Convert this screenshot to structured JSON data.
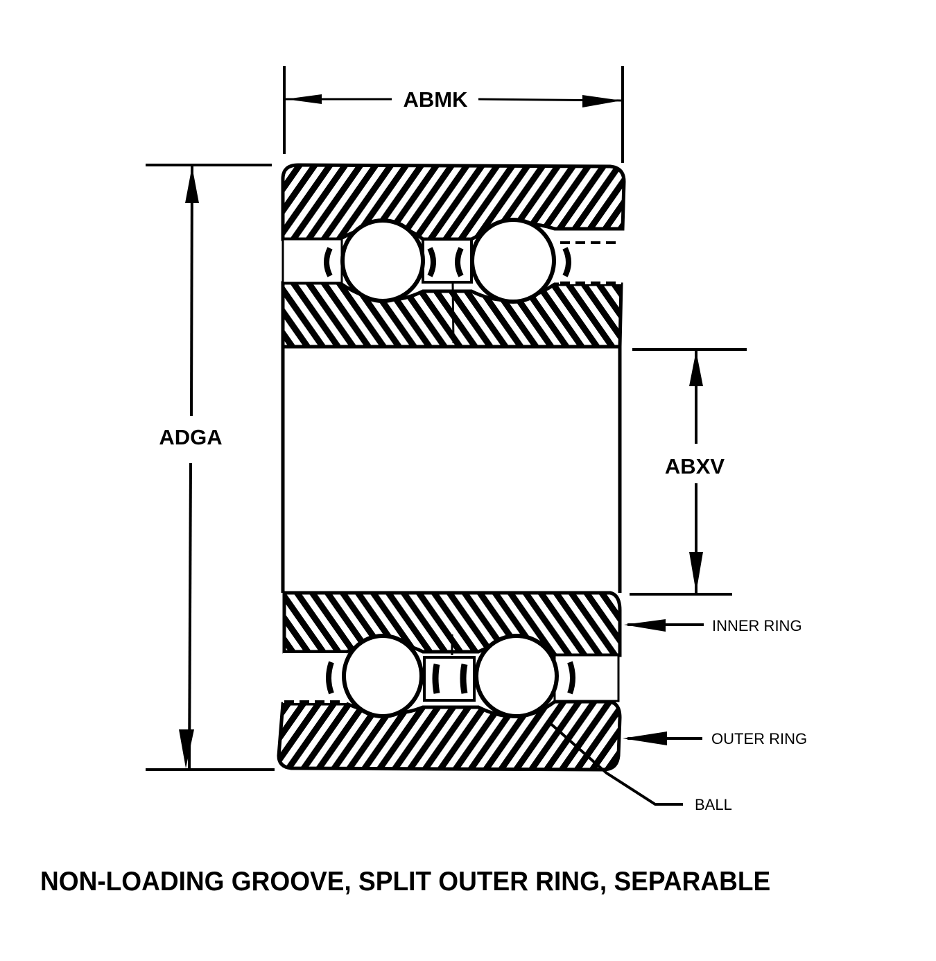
{
  "diagram": {
    "title": "NON-LOADING GROOVE, SPLIT OUTER RING, SEPARABLE",
    "subject": "double-row ball bearing cross-section",
    "colors": {
      "ink": "#000000",
      "background": "#ffffff"
    },
    "dimensions": {
      "width": {
        "label": "ABMK",
        "meaning": "overall width"
      },
      "outer_diameter": {
        "label": "ADGA",
        "meaning": "outside diameter"
      },
      "bore": {
        "label": "ABXV",
        "meaning": "bore diameter"
      }
    },
    "callouts": [
      {
        "label": "INNER RING"
      },
      {
        "label": "OUTER RING"
      },
      {
        "label": "BALL"
      }
    ]
  }
}
